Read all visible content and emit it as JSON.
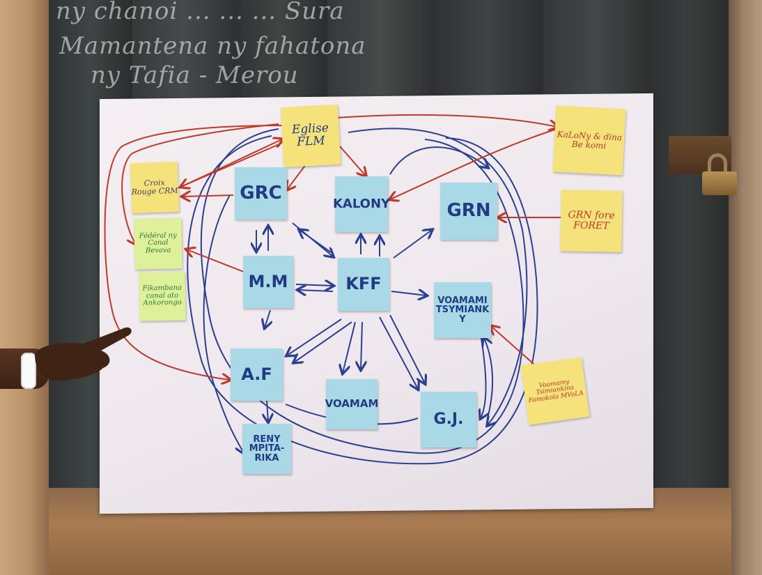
{
  "chalk_text": {
    "line1": "ny chanoi ...  ...  ... Sura",
    "line2": "Mamantena ny fahatona",
    "line3": "ny Tafia - Merou"
  },
  "cards": {
    "eglise": "Eglise FLM",
    "croix_rouge": "Croix Rouge CRM",
    "federal": "Fédéral ny Canal Bevava",
    "fikambanana": "Fikambana canal ato Ankorongo",
    "kalony_dinaly": "KaLoNy & dina Be komi",
    "grn_fore": "GRN fore FORET",
    "voamamy_tsimiankina": "Voamamy Tsimiankina Famokola MVoLA",
    "grc": "GRC",
    "kalony": "KALONY",
    "grn": "GRN",
    "mm": "M.M",
    "kff": "KFF",
    "voamami_tsy": "VOAMAMI TSYMIANK Y",
    "af": "A.F",
    "voamam": "VOAMAM",
    "gj": "G.J.",
    "reny": "RENY MPITA- RIKA"
  },
  "colors": {
    "blue_card": "#a9d9e6",
    "yellow_card": "#f6e27b",
    "green_card": "#dff09a",
    "blue_ink": "#213a84",
    "red_ink": "#c0392b",
    "paper": "#f1ebf0"
  }
}
